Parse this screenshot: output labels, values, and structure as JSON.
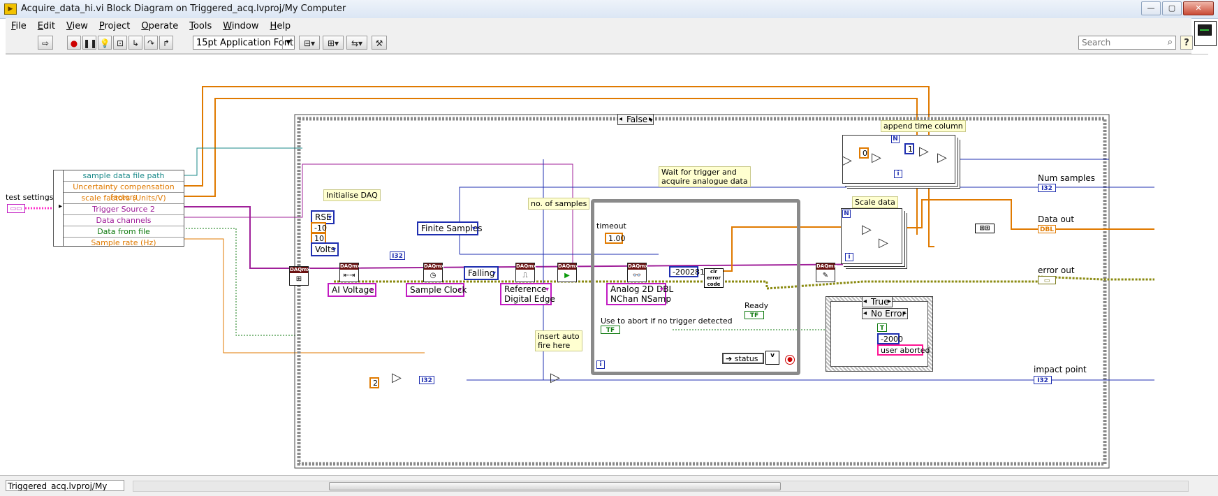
{
  "window": {
    "title": "Acquire_data_hi.vi Block Diagram on Triggered_acq.lvproj/My Computer"
  },
  "menu": [
    "File",
    "Edit",
    "View",
    "Project",
    "Operate",
    "Tools",
    "Window",
    "Help"
  ],
  "toolbar": {
    "font": "15pt Application Font",
    "search_placeholder": "Search",
    "help": "?"
  },
  "inputs": {
    "test_settings": "test settings"
  },
  "cluster_rows": [
    {
      "label": "sample data file path",
      "color": "#1a8a8a"
    },
    {
      "label": "Uncertainty  compensation factors",
      "color": "#e07a00"
    },
    {
      "label": "scale factors  (Units/V)",
      "color": "#e07a00"
    },
    {
      "label": "Trigger Source 2",
      "color": "#a0209a"
    },
    {
      "label": "Data channels",
      "color": "#a0209a"
    },
    {
      "label": "Data from file",
      "color": "#0f7a0f"
    },
    {
      "label": "Sample rate (Hz)",
      "color": "#e07a00"
    }
  ],
  "case": {
    "selector": "False"
  },
  "labels": {
    "initialise": "Initialise DAQ",
    "samples": "no. of samples",
    "wait1": "Wait for trigger and",
    "wait2": "acquire analogue data",
    "append": "append time column",
    "scale": "Scale data",
    "insert1": "insert auto",
    "insert2": "fire here",
    "timeout": "timeout",
    "use_abort": "Use to abort if no trigger detected",
    "ready": "Ready"
  },
  "constants": {
    "rse": "RSE",
    "neg10": "-10",
    "ten": "10",
    "volts": "Volts",
    "ai_voltage": "AI Voltage",
    "sample_clock": "Sample Clock",
    "finite": "Finite Samples",
    "falling": "Falling",
    "ref1": "Reference",
    "ref2": "Digital Edge",
    "timeout_val": "1.00",
    "read1": "Analog 2D DBL",
    "read2": "NChan NSamp",
    "errcode": "-200281",
    "clr": "clr\nerror\ncode",
    "status": "status",
    "two": "2",
    "zero": "0",
    "one": "1",
    "true_case": "True",
    "no_error": "No Error",
    "n2000": "-2000",
    "user_aborted": "user aborted",
    "i32": "I32"
  },
  "outputs": {
    "num_samples": "Num samples",
    "data_out": "Data out",
    "error_out": "error out",
    "impact": "impact point"
  },
  "statusbar": {
    "path": "Triggered_acq.lvproj/My Computer"
  }
}
